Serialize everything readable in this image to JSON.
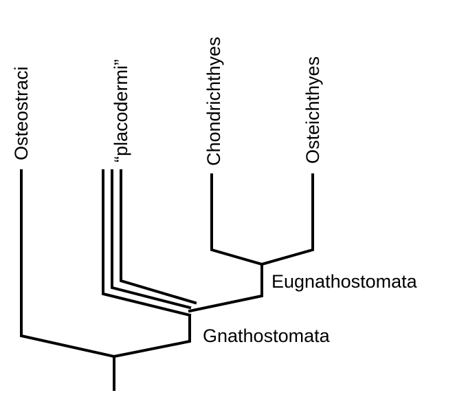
{
  "taxa": {
    "osteostraci": "Osteostraci",
    "placodermi": "“placodermi”",
    "chondrichthyes": "Chondrichthyes",
    "osteichthyes": "Osteichthyes"
  },
  "nodes": {
    "gnathostomata": "Gnathostomata",
    "eugnathostomata": "Eugnathostomata"
  },
  "colors": {
    "line": "#000000",
    "background": "#ffffff"
  }
}
